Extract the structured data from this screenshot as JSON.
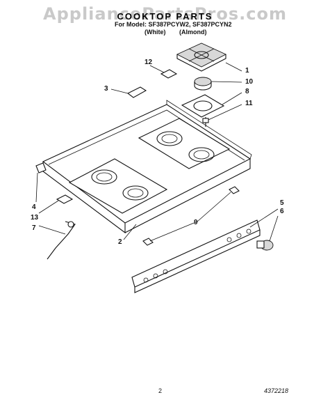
{
  "watermark": "AppliancePartsPros.com",
  "header": {
    "title": "COOKTOP PARTS",
    "models": "For Model: SF387PCYW2, SF387PCYN2",
    "variant_white": "(White)",
    "variant_almond": "(Almond)"
  },
  "callouts": {
    "c1": "1",
    "c10": "10",
    "c8": "8",
    "c11": "11",
    "c12": "12",
    "c3": "3",
    "c4": "4",
    "c13": "13",
    "c7": "7",
    "c2": "2",
    "c9": "9",
    "c5": "5",
    "c6": "6"
  },
  "footer": {
    "page": "2",
    "figure": "4372218"
  }
}
